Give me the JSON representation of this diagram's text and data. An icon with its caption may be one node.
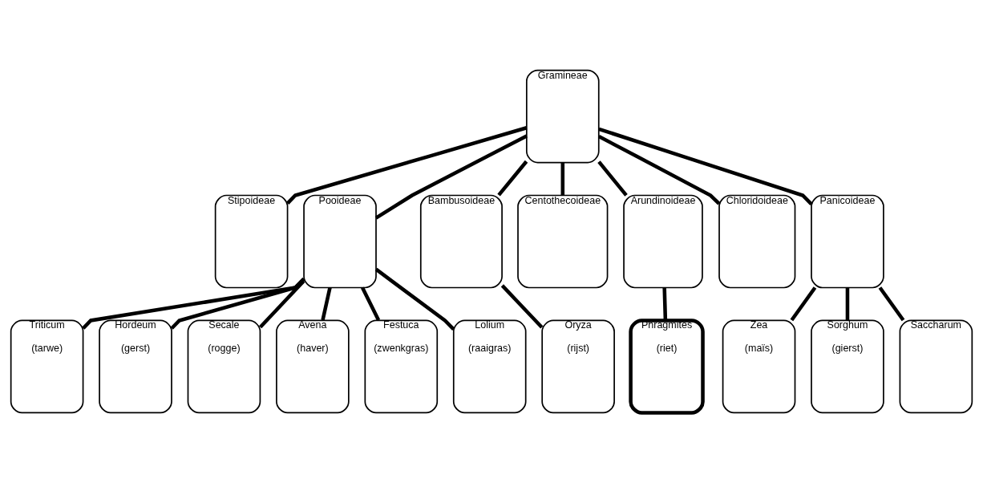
{
  "diagram": {
    "nodes": [
      {
        "text": [
          "Gramineae"
        ]
      },
      {
        "text": [
          "Stipoideae"
        ]
      },
      {
        "text": [
          "Pooideae"
        ]
      },
      {
        "text": [
          "Bambusoideae"
        ]
      },
      {
        "text": [
          "Centothecoideae"
        ]
      },
      {
        "text": [
          "Arundinoideae"
        ]
      },
      {
        "text": [
          "Chloridoideae"
        ]
      },
      {
        "text": [
          "Panicoideae"
        ]
      },
      {
        "text": [
          "Triticum",
          "(tarwe)"
        ]
      },
      {
        "text": [
          "Hordeum",
          "(gerst)"
        ]
      },
      {
        "text": [
          "Secale",
          "(rogge)"
        ]
      },
      {
        "text": [
          "Avena",
          "(haver)"
        ]
      },
      {
        "text": [
          "Festuca",
          "(zwenkgras)"
        ]
      },
      {
        "text": [
          "Lolium",
          "(raaigras)"
        ]
      },
      {
        "text": [
          "Oryza",
          "(rijst)"
        ]
      },
      {
        "text": [
          "Phragmites",
          "(riet)"
        ]
      },
      {
        "text": [
          "Zea",
          "(maïs)"
        ]
      },
      {
        "text": [
          "Sorghum",
          "(gierst)"
        ]
      },
      {
        "text": [
          "Saccharum"
        ]
      }
    ],
    "edges": [
      {
        "from": 0,
        "to": 1,
        "arrow": "none"
      },
      {
        "from": 0,
        "to": 2,
        "arrow": "none"
      },
      {
        "from": 0,
        "to": 3,
        "arrow": "none"
      },
      {
        "from": 0,
        "to": 4,
        "arrow": "none"
      },
      {
        "from": 0,
        "to": 5,
        "arrow": "none"
      },
      {
        "from": 0,
        "to": 6,
        "arrow": "none"
      },
      {
        "from": 0,
        "to": 7,
        "arrow": "none"
      },
      {
        "from": 2,
        "to": 8,
        "arrow": "none"
      },
      {
        "from": 2,
        "to": 9,
        "arrow": "none"
      },
      {
        "from": 2,
        "to": 10,
        "arrow": "none"
      },
      {
        "from": 2,
        "to": 11,
        "arrow": "none"
      },
      {
        "from": 2,
        "to": 12,
        "arrow": "none"
      },
      {
        "from": 2,
        "to": 13,
        "arrow": "none"
      },
      {
        "from": 3,
        "to": 14,
        "arrow": "none"
      },
      {
        "from": 5,
        "to": 15,
        "arrow": "none"
      },
      {
        "from": 7,
        "to": 16,
        "arrow": "none"
      },
      {
        "from": 7,
        "to": 17,
        "arrow": "none"
      },
      {
        "from": 7,
        "to": 18,
        "arrow": "none"
      }
    ]
  }
}
